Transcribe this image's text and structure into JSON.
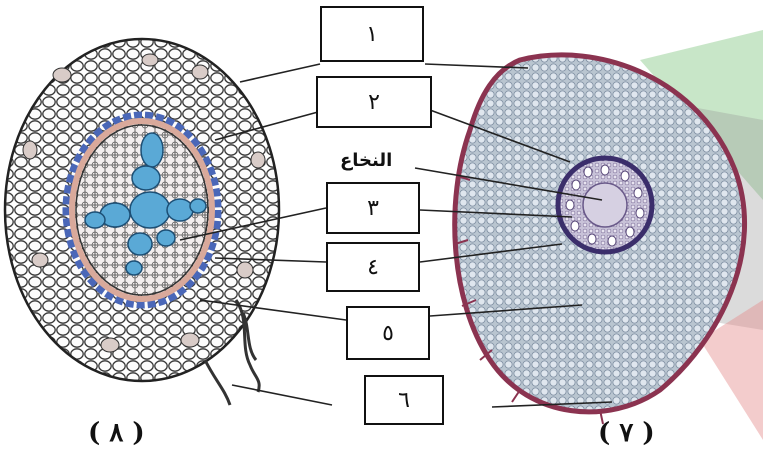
{
  "labels": {
    "box1": "١",
    "box2": "٢",
    "box3": "٣",
    "box4": "٤",
    "box5": "٥",
    "box6": "٦",
    "pith": "النخاع"
  },
  "figures": {
    "left": "( ٨ )",
    "right": "( ٧ )"
  },
  "colors": {
    "xylem": "#5aa9d6",
    "pericycle": "#d9a99b",
    "endodermis": "#4a67b8",
    "cortex_cell": "#ffffff",
    "micro_cortex": "#a8b6c4",
    "micro_edge": "#8b3350"
  }
}
